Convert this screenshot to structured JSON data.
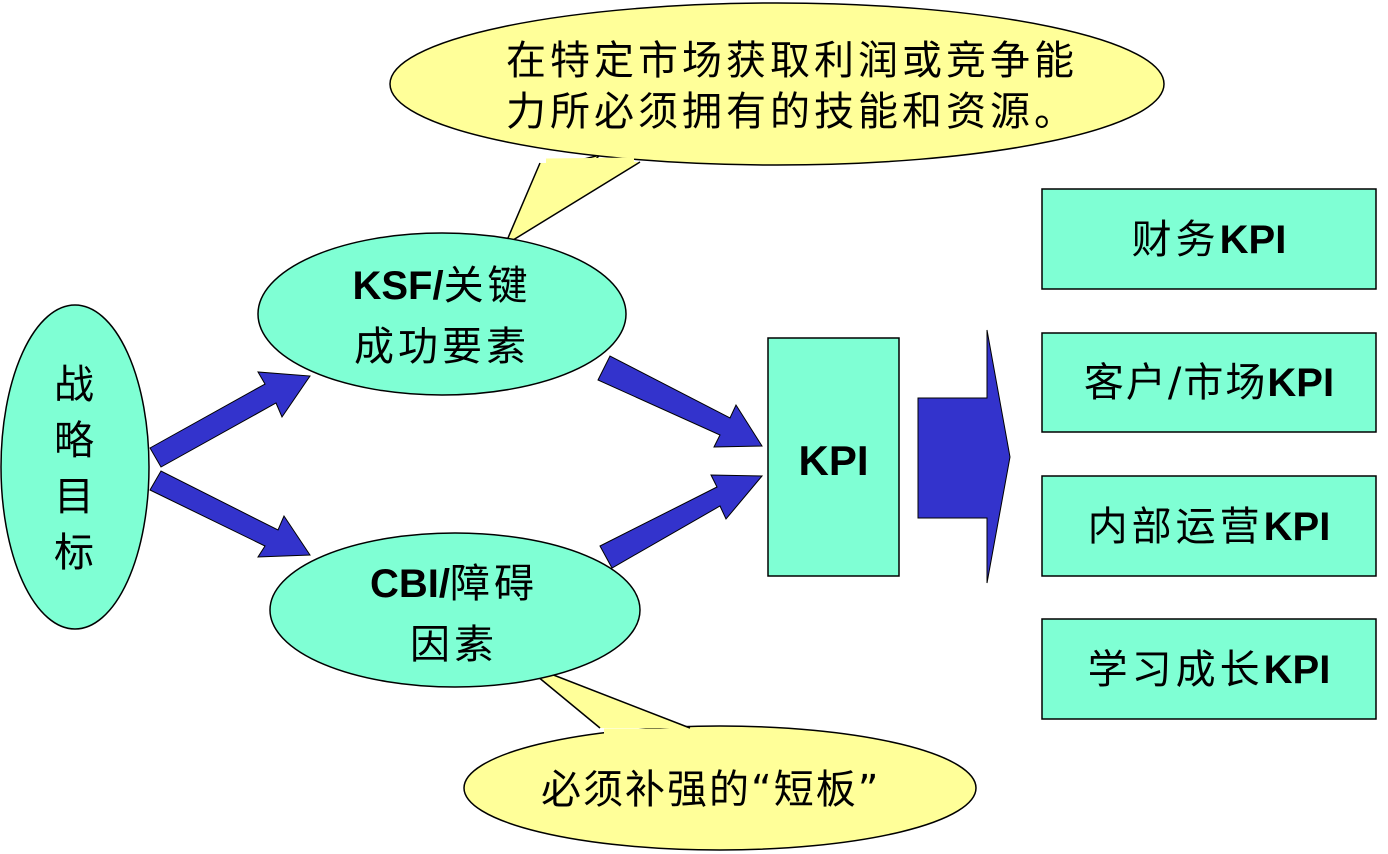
{
  "strategy": {
    "label_lines": [
      "战",
      "略",
      "目",
      "标"
    ]
  },
  "ksf": {
    "code": "KSF/",
    "rest": "关键",
    "line2": "成功要素"
  },
  "cbi": {
    "code": "CBI/",
    "rest": "障碍",
    "line2": "因素"
  },
  "ksf_callout": {
    "line1": "在特定市场获取利润或竞争能",
    "line2": "力所必须拥有的技能和资源。"
  },
  "cbi_callout": {
    "text": "必须补强的“短板”"
  },
  "kpi_center": {
    "label": "KPI"
  },
  "kpi_boxes": [
    {
      "prefix": "财务",
      "suffix": "KPI"
    },
    {
      "prefix": "客户/市场",
      "suffix": "KPI"
    },
    {
      "prefix": "内部运营",
      "suffix": "KPI"
    },
    {
      "prefix": "学习成长",
      "suffix": "KPI"
    }
  ],
  "colors": {
    "teal_fill": "#7FFFD4",
    "callout_fill": "#FFFF99",
    "arrow_fill": "#3333CC",
    "stroke": "#000000"
  }
}
